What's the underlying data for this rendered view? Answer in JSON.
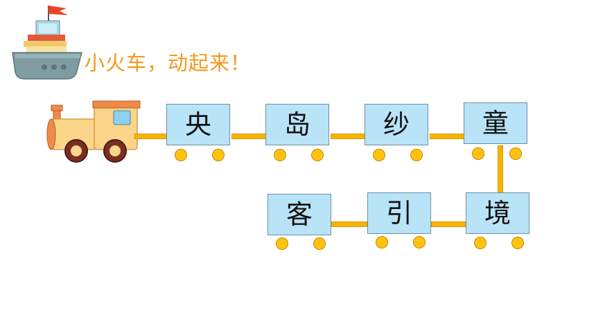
{
  "title": "小火车，动起来！",
  "cars_row1": [
    {
      "char": "央"
    },
    {
      "char": "岛"
    },
    {
      "char": "纱"
    },
    {
      "char": "童"
    }
  ],
  "cars_row2": [
    {
      "char": "客"
    },
    {
      "char": "引"
    },
    {
      "char": "境"
    }
  ],
  "colors": {
    "title": "#f39a1b",
    "car_fill": "#b9e3f7",
    "wheel": "#ffc20e",
    "coupler": "#f5b400",
    "engine_body": "#fbd58a",
    "engine_cab": "#f08a4b"
  },
  "icons": {
    "ship": "ship-with-books-icon",
    "engine": "locomotive-icon"
  }
}
